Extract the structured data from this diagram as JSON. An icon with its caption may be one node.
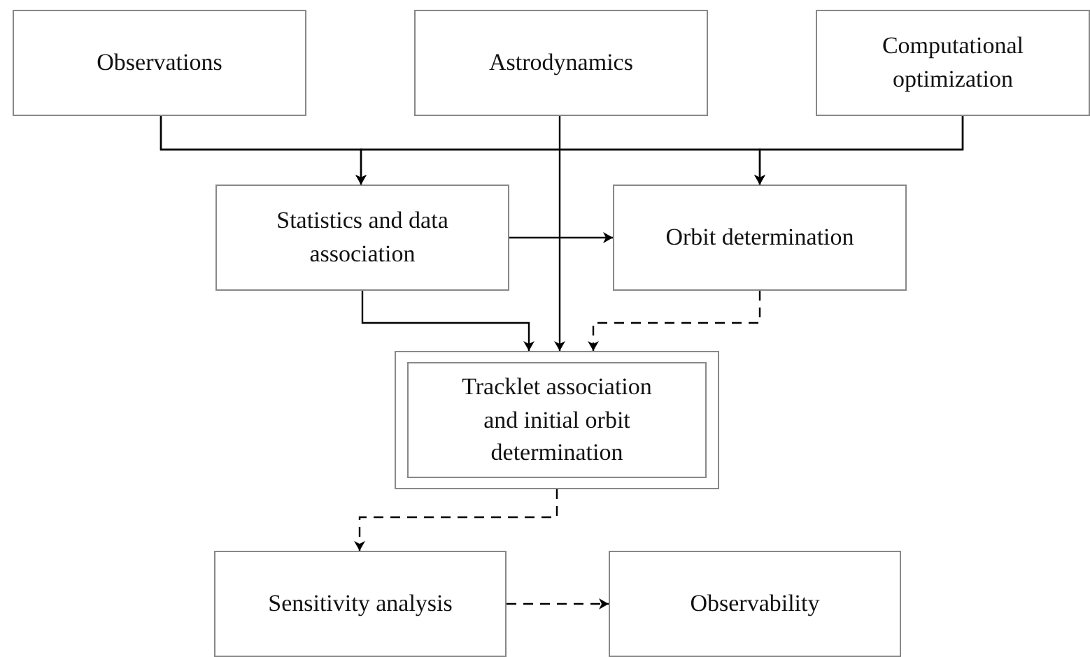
{
  "diagram": {
    "nodes": [
      {
        "text": [
          "Observations"
        ]
      },
      {
        "text": [
          "Astrodynamics"
        ]
      },
      {
        "text": [
          "Computational optimization"
        ]
      },
      {
        "text": [
          "Statistics and data association"
        ]
      },
      {
        "text": [
          "Orbit determination"
        ]
      },
      {
        "text": [
          "Tracklet association and initial orbit determination"
        ]
      },
      {
        "text": [
          "Sensitivity analysis"
        ]
      },
      {
        "text": [
          "Observability"
        ]
      }
    ],
    "edges": [
      {
        "from": 0,
        "to": 3,
        "arrow": "to"
      },
      {
        "from": 0,
        "to": 4,
        "arrow": "to"
      },
      {
        "from": 2,
        "to": 3,
        "arrow": "to"
      },
      {
        "from": 2,
        "to": 4,
        "arrow": "to"
      },
      {
        "from": 1,
        "to": 5,
        "arrow": "to"
      },
      {
        "from": 3,
        "to": 4,
        "arrow": "to"
      },
      {
        "from": 3,
        "to": 5,
        "arrow": "to"
      },
      {
        "from": 4,
        "to": 5,
        "arrow": "to",
        "style": "dashed"
      },
      {
        "from": 5,
        "to": 6,
        "arrow": "to",
        "style": "dashed"
      },
      {
        "from": 6,
        "to": 7,
        "arrow": "to",
        "style": "dashed"
      }
    ]
  }
}
